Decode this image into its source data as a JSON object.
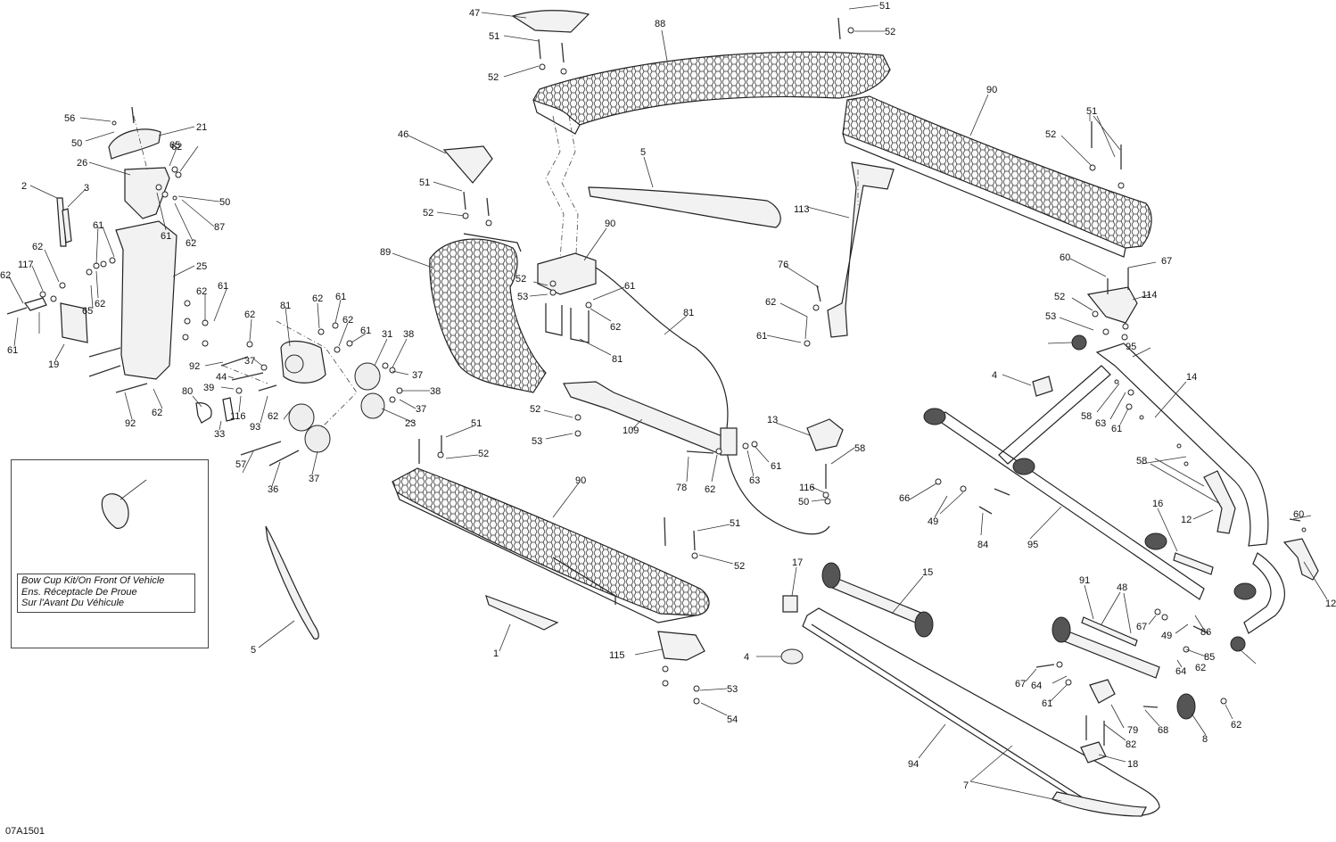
{
  "figure": {
    "code": "07A1501",
    "kit_caption": [
      "Bow Cup Kit/On Front Of Vehicle",
      "Ens. Réceptacle De Proue",
      "Sur l'Avant Du Véhicule"
    ]
  },
  "callouts": [
    "1",
    "2",
    "3",
    "4",
    "4",
    "5",
    "5",
    "7",
    "8",
    "12",
    "12",
    "13",
    "14",
    "15",
    "16",
    "17",
    "18",
    "19",
    "21",
    "23",
    "25",
    "26",
    "31",
    "33",
    "36",
    "37",
    "37",
    "37",
    "37",
    "38",
    "38",
    "39",
    "44",
    "46",
    "47",
    "48",
    "49",
    "49",
    "50",
    "50",
    "50",
    "51",
    "51",
    "51",
    "51",
    "51",
    "51",
    "52",
    "52",
    "52",
    "52",
    "52",
    "52",
    "52",
    "52",
    "52",
    "53",
    "53",
    "53",
    "53",
    "54",
    "56",
    "57",
    "58",
    "58",
    "58",
    "60",
    "60",
    "61",
    "61",
    "61",
    "61",
    "61",
    "61",
    "61",
    "61",
    "61",
    "61",
    "61",
    "62",
    "62",
    "62",
    "62",
    "62",
    "62",
    "62",
    "62",
    "62",
    "62",
    "62",
    "62",
    "62",
    "62",
    "62",
    "62",
    "63",
    "63",
    "64",
    "64",
    "65",
    "65",
    "66",
    "67",
    "67",
    "67",
    "68",
    "76",
    "78",
    "79",
    "80",
    "81",
    "81",
    "81",
    "82",
    "84",
    "85",
    "86",
    "87",
    "88",
    "89",
    "90",
    "90",
    "90",
    "91",
    "92",
    "92",
    "93",
    "94",
    "95",
    "95",
    "109",
    "113",
    "114",
    "115",
    "116",
    "116",
    "117"
  ]
}
